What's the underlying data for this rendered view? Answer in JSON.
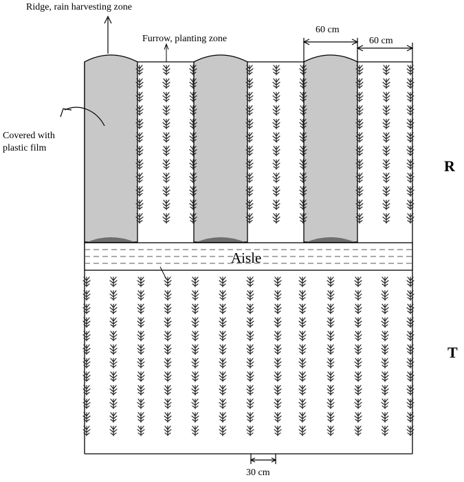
{
  "labels": {
    "ridge": "Ridge, rain harvesting zone",
    "furrow": "Furrow, planting zone",
    "covered_line1": "Covered with",
    "covered_line2": "plastic film",
    "aisle": "Aisle",
    "ridge_width": "60 cm",
    "furrow_width": "60 cm",
    "row_spacing": "30 cm",
    "section_r": "R",
    "section_t": "T"
  },
  "colors": {
    "ridge_fill": "#c8c8c8",
    "ridge_shadow": "#6e6e6e",
    "line": "#000000",
    "plant": "#222222"
  },
  "icons": {
    "plant": "seedling-icon"
  }
}
